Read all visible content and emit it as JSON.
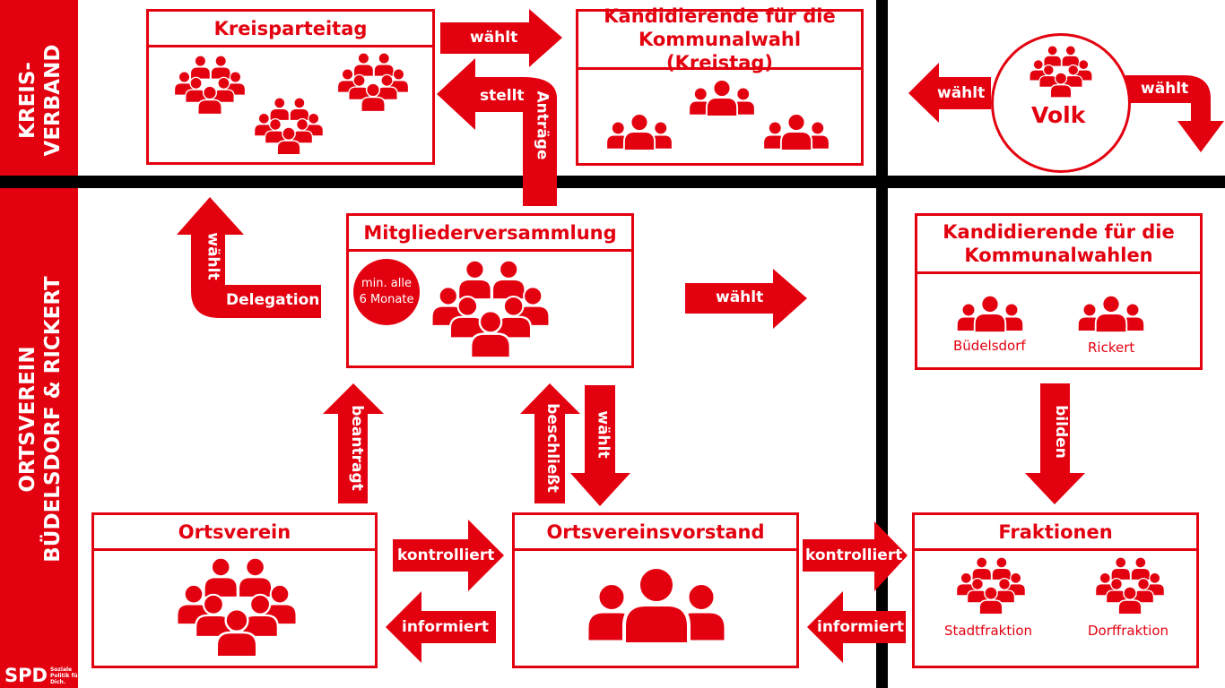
{
  "side": {
    "kreisverband": "KREIS-\nVERBAND",
    "ortsverein": "ORTSVEREIN\nBÜDELSDORF & RICKERT"
  },
  "logo": {
    "text": "SPD",
    "slogan": "Soziale Politik für Dich."
  },
  "boxes": {
    "kreisparteitag": "Kreisparteitag",
    "kandidierende_kreistag": "Kandidierende für die Kommunalwahl (Kreistag)",
    "volk": "Volk",
    "mitgliederversammlung": "Mitgliederversammlung",
    "interval": "min. alle 6 Monate",
    "kandidierende_kommunal": "Kandidierende für die Kommunalwahlen",
    "buedelsdorf": "Büdelsdorf",
    "rickert": "Rickert",
    "ortsverein": "Ortsverein",
    "vorstand": "Ortsvereinsvorstand",
    "fraktionen": "Fraktionen",
    "stadtfraktion": "Stadtfraktion",
    "dorffraktion": "Dorffraktion"
  },
  "arrows": {
    "waehlt_kreistag": "wählt",
    "stellt": "stellt",
    "antraege": "Anträge",
    "volk_waehlt_left": "wählt",
    "volk_waehlt_right": "wählt",
    "waehlt_delegation": "wählt",
    "delegation": "Delegation",
    "waehlt_kandidierende": "wählt",
    "beantragt": "beantragt",
    "beschliesst": "beschließt",
    "waehlt_vorstand": "wählt",
    "bilden": "bilden",
    "kontrolliert1": "kontrolliert",
    "informiert1": "informiert",
    "kontrolliert2": "kontrolliert",
    "informiert2": "informiert"
  },
  "colors": {
    "brand": "#e3000f"
  }
}
